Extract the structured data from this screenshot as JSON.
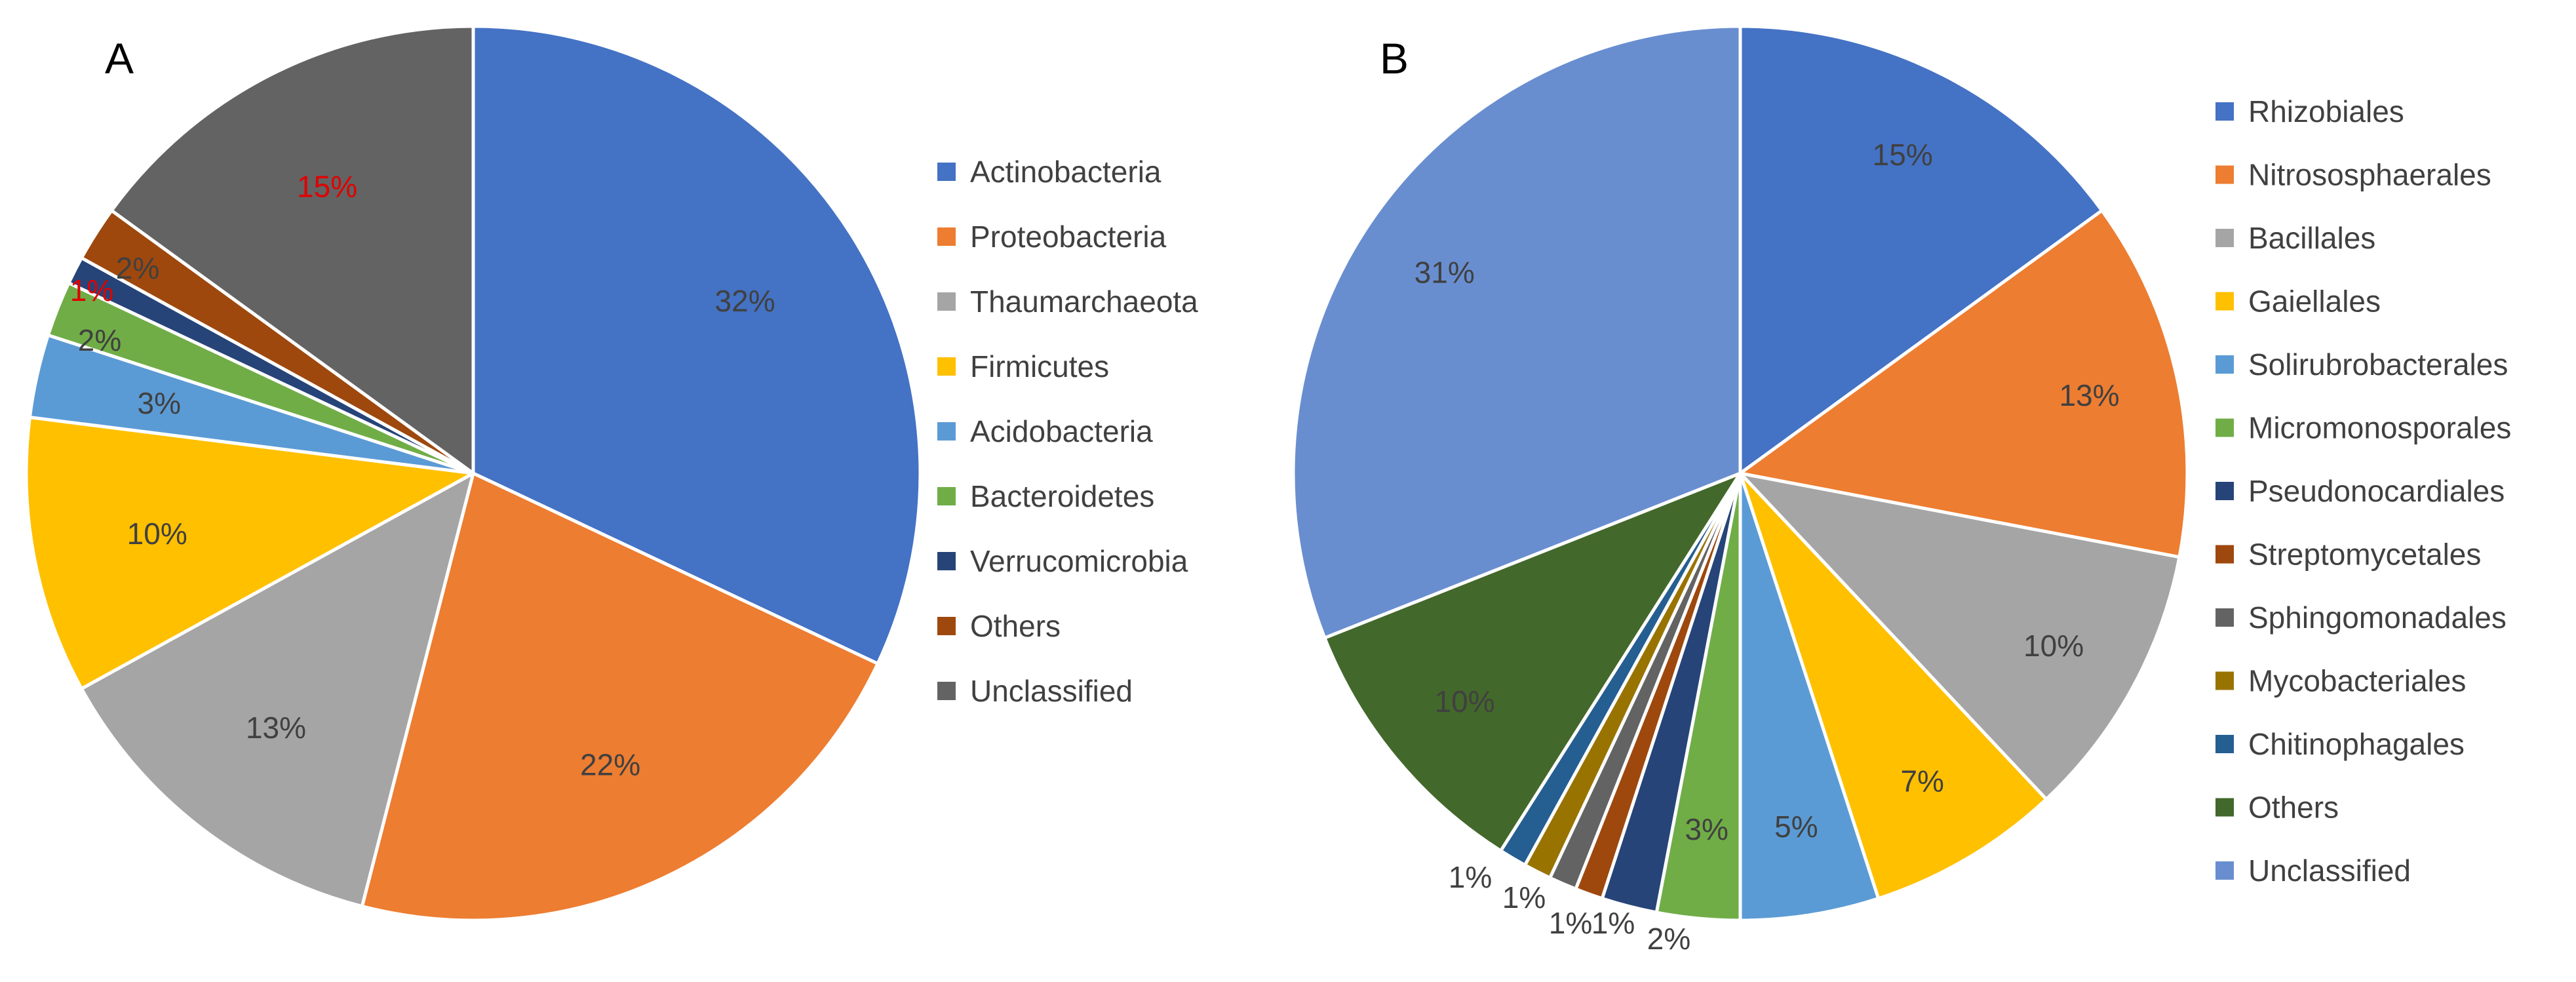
{
  "chart_data": [
    {
      "type": "pie",
      "panel_label": "A",
      "legend_position": "right",
      "slices": [
        {
          "name": "Actinobacteria",
          "value": 32,
          "label": "32%",
          "color": "#4472C4",
          "label_color": "#404040"
        },
        {
          "name": "Proteobacteria",
          "value": 22,
          "label": "22%",
          "color": "#ED7D31",
          "label_color": "#404040"
        },
        {
          "name": "Thaumarchaeota",
          "value": 13,
          "label": "13%",
          "color": "#A5A5A5",
          "label_color": "#404040"
        },
        {
          "name": "Firmicutes",
          "value": 10,
          "label": "10%",
          "color": "#FFC000",
          "label_color": "#404040"
        },
        {
          "name": "Acidobacteria",
          "value": 3,
          "label": "3%",
          "color": "#5B9BD5",
          "label_color": "#404040"
        },
        {
          "name": "Bacteroidetes",
          "value": 2,
          "label": "2%",
          "color": "#70AD47",
          "label_color": "#404040"
        },
        {
          "name": "Verrucomicrobia",
          "value": 1,
          "label": "1%",
          "color": "#264478",
          "label_color": "#E00000"
        },
        {
          "name": "Others",
          "value": 2,
          "label": "2%",
          "color": "#9E480E",
          "label_color": "#404040"
        },
        {
          "name": "Unclassified",
          "value": 15,
          "label": "15%",
          "color": "#636363",
          "label_color": "#E00000"
        }
      ]
    },
    {
      "type": "pie",
      "panel_label": "B",
      "legend_position": "right",
      "slices": [
        {
          "name": "Rhizobiales",
          "value": 15,
          "label": "15%",
          "color": "#4472C4",
          "label_color": "#404040"
        },
        {
          "name": "Nitrososphaerales",
          "value": 13,
          "label": "13%",
          "color": "#ED7D31",
          "label_color": "#404040"
        },
        {
          "name": "Bacillales",
          "value": 10,
          "label": "10%",
          "color": "#A5A5A5",
          "label_color": "#404040"
        },
        {
          "name": "Gaiellales",
          "value": 7,
          "label": "7%",
          "color": "#FFC000",
          "label_color": "#404040"
        },
        {
          "name": "Solirubrobacterales",
          "value": 5,
          "label": "5%",
          "color": "#5B9BD5",
          "label_color": "#404040"
        },
        {
          "name": "Micromonosporales",
          "value": 3,
          "label": "3%",
          "color": "#70AD47",
          "label_color": "#404040"
        },
        {
          "name": "Pseudonocardiales",
          "value": 2,
          "label": "2%",
          "color": "#264478",
          "label_color": "#404040"
        },
        {
          "name": "Streptomycetales",
          "value": 1,
          "label": "1%",
          "color": "#9E480E",
          "label_color": "#404040"
        },
        {
          "name": "Sphingomonadales",
          "value": 1,
          "label": "1%",
          "color": "#636363",
          "label_color": "#404040"
        },
        {
          "name": "Mycobacteriales",
          "value": 1,
          "label": "1%",
          "color": "#997300",
          "label_color": "#404040"
        },
        {
          "name": "Chitinophagales",
          "value": 1,
          "label": "1%",
          "color": "#255E91",
          "label_color": "#404040"
        },
        {
          "name": "Others",
          "value": 10,
          "label": "10%",
          "color": "#43682B",
          "label_color": "#404040"
        },
        {
          "name": "Unclassified",
          "value": 31,
          "label": "31%",
          "color": "#698ED0",
          "label_color": "#404040"
        }
      ]
    }
  ]
}
